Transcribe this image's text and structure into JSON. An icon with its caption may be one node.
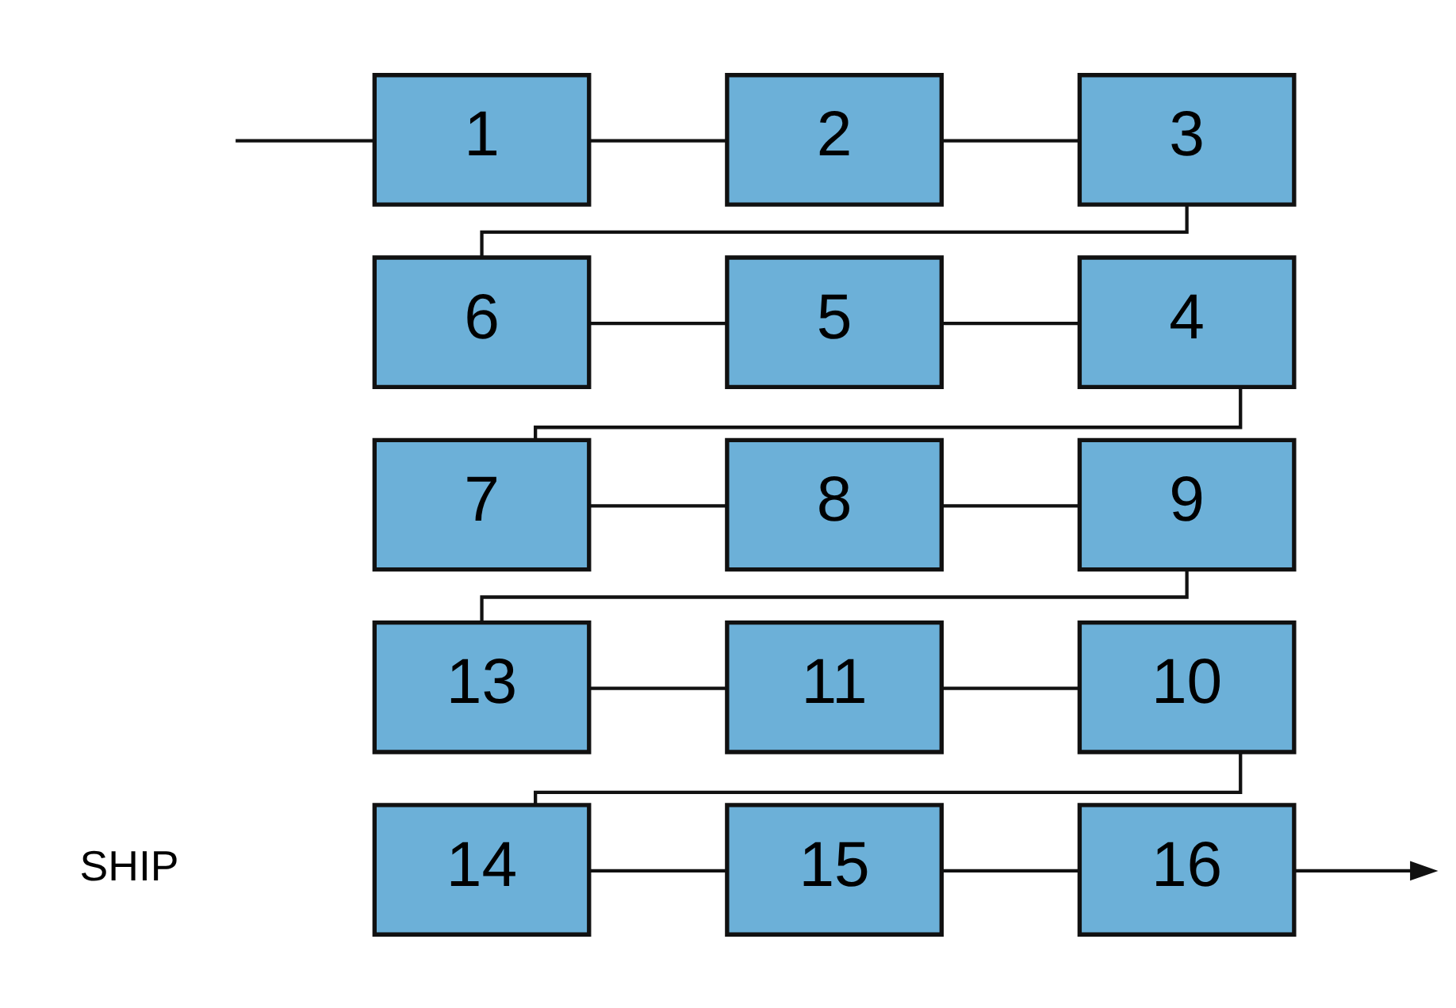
{
  "diagram": {
    "nodes": [
      {
        "text": [
          "1"
        ]
      },
      {
        "text": [
          "2"
        ]
      },
      {
        "text": [
          "3"
        ]
      },
      {
        "text": [
          "4"
        ]
      },
      {
        "text": [
          "5"
        ]
      },
      {
        "text": [
          "6"
        ]
      },
      {
        "text": [
          "7"
        ]
      },
      {
        "text": [
          "8"
        ]
      },
      {
        "text": [
          "9"
        ]
      },
      {
        "text": [
          "10"
        ]
      },
      {
        "text": [
          "11"
        ]
      },
      {
        "text": [
          "13"
        ]
      },
      {
        "text": [
          "14"
        ]
      },
      {
        "text": [
          "15"
        ]
      },
      {
        "text": [
          "16"
        ]
      }
    ],
    "edges": [
      {
        "from": null,
        "to": 0,
        "arrow": "none"
      },
      {
        "from": 0,
        "to": 1,
        "arrow": "none"
      },
      {
        "from": 1,
        "to": 2,
        "arrow": "none"
      },
      {
        "from": 2,
        "to": 5,
        "arrow": "none"
      },
      {
        "from": 5,
        "to": 4,
        "arrow": "none"
      },
      {
        "from": 4,
        "to": 3,
        "arrow": "none"
      },
      {
        "from": 3,
        "to": 6,
        "arrow": "none"
      },
      {
        "from": 6,
        "to": 7,
        "arrow": "none"
      },
      {
        "from": 7,
        "to": 8,
        "arrow": "none"
      },
      {
        "from": 8,
        "to": 11,
        "arrow": "none"
      },
      {
        "from": 11,
        "to": 10,
        "arrow": "none"
      },
      {
        "from": 10,
        "to": 9,
        "arrow": "none"
      },
      {
        "from": 9,
        "to": 12,
        "arrow": "none"
      },
      {
        "from": 12,
        "to": 13,
        "arrow": "none"
      },
      {
        "from": 13,
        "to": 14,
        "arrow": "none"
      },
      {
        "from": 14,
        "to": null,
        "arrow": "to"
      }
    ],
    "labels": [
      "SHIP"
    ]
  }
}
